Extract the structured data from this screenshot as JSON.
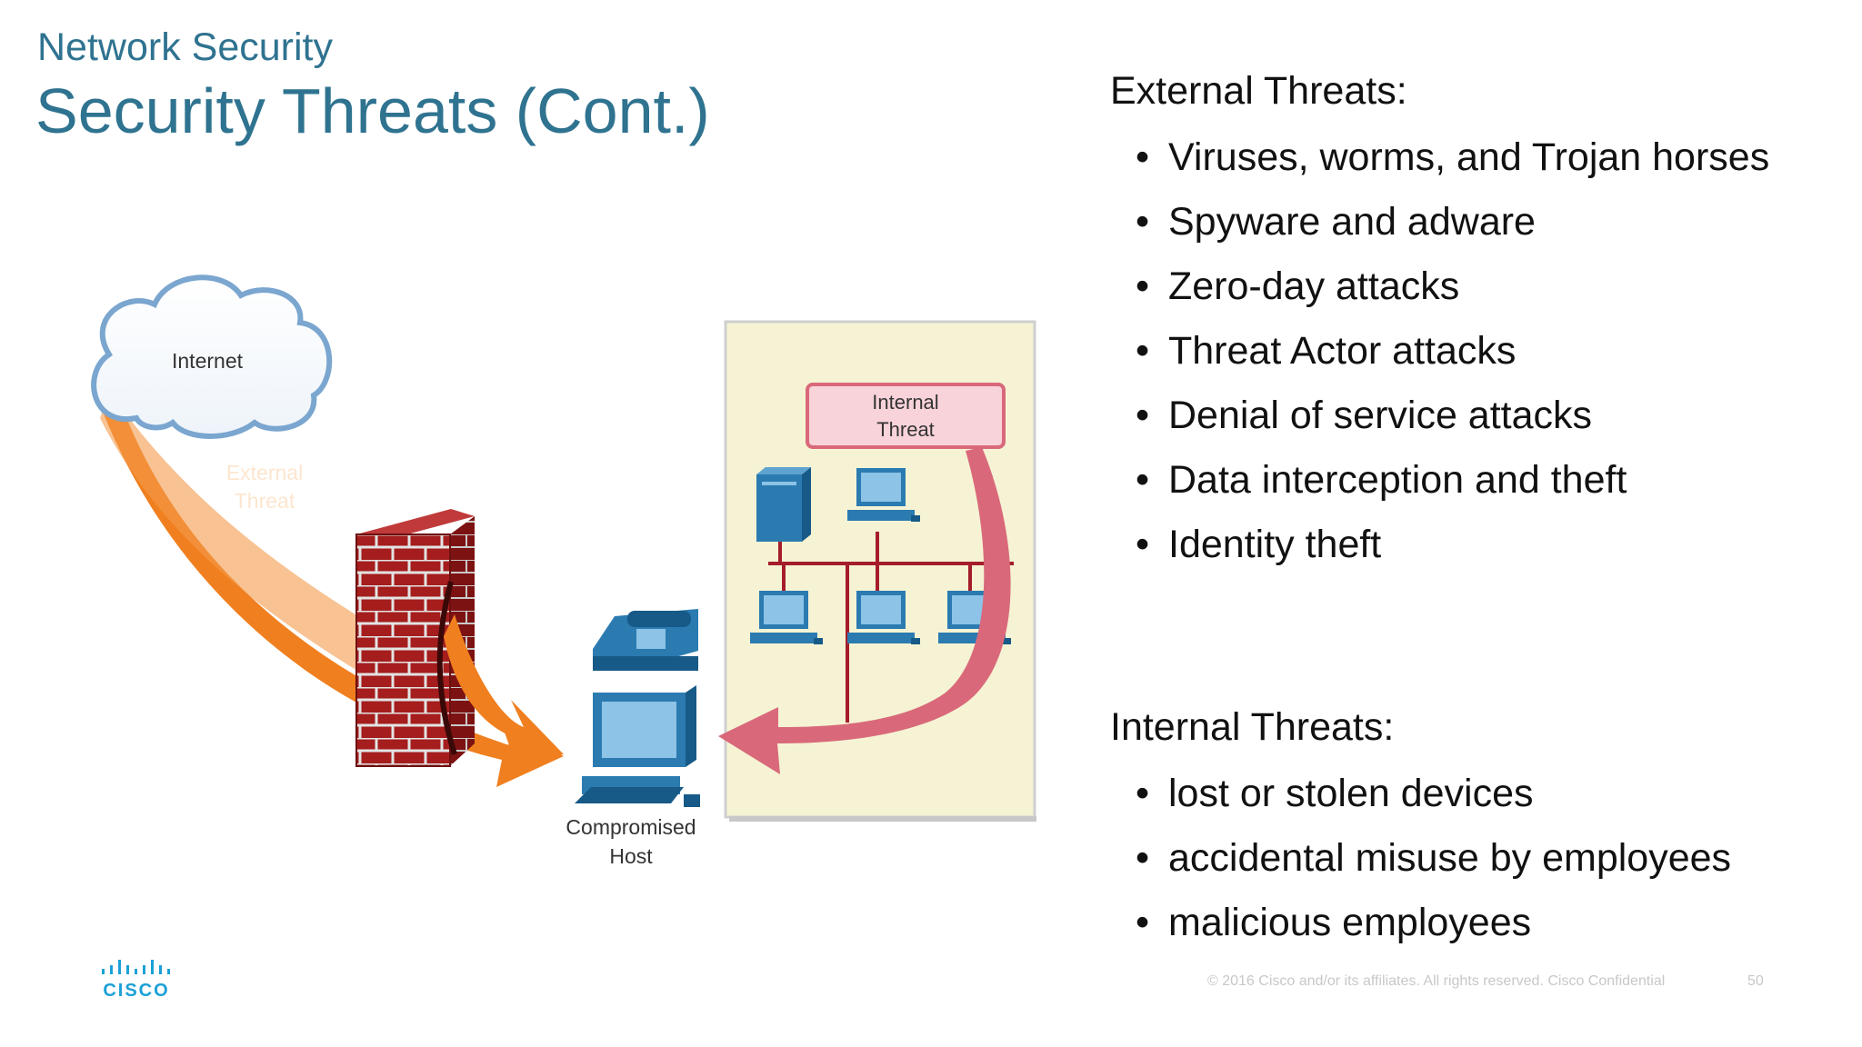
{
  "header": {
    "subtitle": "Network Security",
    "title": "Security Threats (Cont.)"
  },
  "diagram": {
    "cloud_label": "Internet",
    "external_threat_label": [
      "External",
      "Threat"
    ],
    "internal_threat_label": [
      "Internal",
      "Threat"
    ],
    "host_label": [
      "Compromised",
      "Host"
    ],
    "colors": {
      "external_arrow": "#f07f1f",
      "internal_arrow": "#d9697a",
      "firewall": "#a51d1d",
      "lan_panel": "#f5f3d4",
      "device": "#2b7bb1",
      "lan_line": "#a51d2a"
    }
  },
  "external": {
    "heading": "External Threats:",
    "items": [
      "Viruses, worms, and Trojan horses",
      "Spyware and adware",
      "Zero-day attacks",
      "Threat Actor attacks",
      "Denial of service attacks",
      "Data interception and theft",
      "Identity theft"
    ]
  },
  "internal": {
    "heading": "Internal Threats:",
    "items": [
      "lost or stolen devices",
      "accidental misuse by employees",
      "malicious employees"
    ]
  },
  "footer": {
    "copyright": "© 2016  Cisco and/or its affiliates. All rights reserved.   Cisco Confidential",
    "page_number": "50",
    "logo_text": "CISCO"
  }
}
